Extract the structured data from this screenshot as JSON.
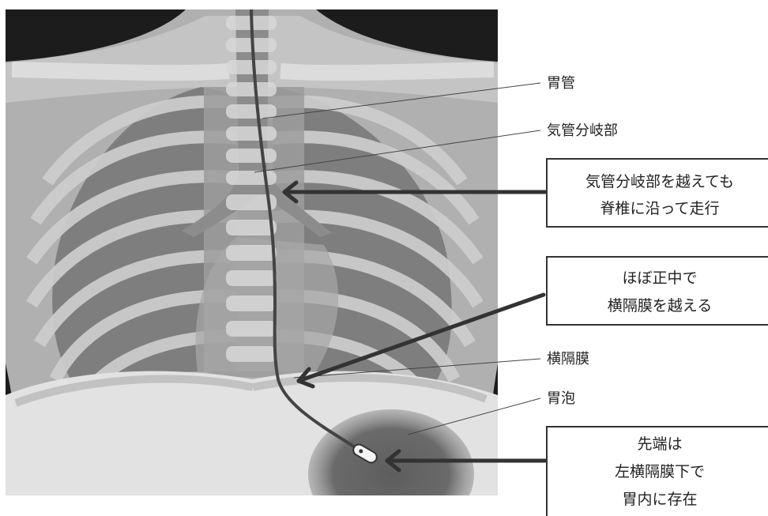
{
  "labels": {
    "stomach_tube": "胃管",
    "carina": "気管分岐部",
    "diaphragm": "横隔膜",
    "gastric_bubble": "胃泡"
  },
  "callouts": [
    {
      "lines": [
        "気管分岐部を越えても",
        "脊椎に沿って走行"
      ]
    },
    {
      "lines": [
        "ほぼ正中で",
        "横隔膜を越える"
      ]
    },
    {
      "lines": [
        "先端は",
        "左横隔膜下で",
        "胃内に存在"
      ]
    }
  ]
}
